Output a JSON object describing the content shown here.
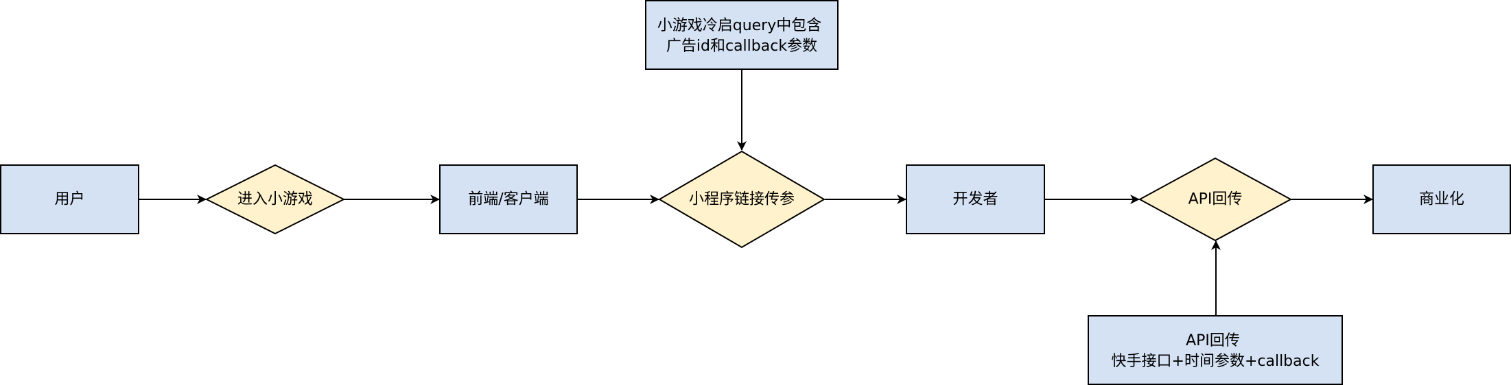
{
  "colors": {
    "rect_fill": "#d5e2f4",
    "diamond_fill": "#fff2cc",
    "stroke": "#000000",
    "edge": "#000000"
  },
  "nodes": {
    "user": "用户",
    "enter_minigame": "进入小游戏",
    "frontend_client": "前端/客户端",
    "mini_program_link": "小程序链接传参",
    "developer": "开发者",
    "api_callback": "API回传",
    "commercialization": "商业化",
    "cold_start_note": [
      "小游戏冷启query中包含",
      "广告id和callback参数"
    ],
    "api_note": [
      "API回传",
      "快手接口+时间参数+callback"
    ]
  }
}
